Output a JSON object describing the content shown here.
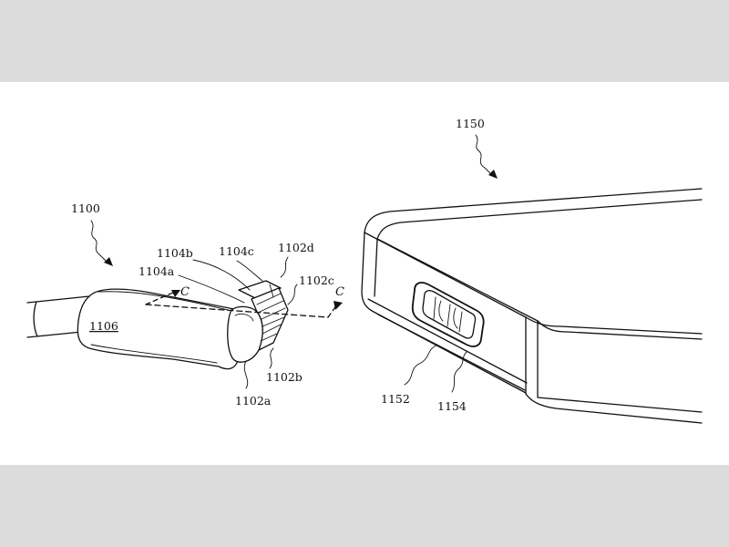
{
  "labels": {
    "connector_ref": "1100",
    "device_ref": "1150",
    "cable_ref": "1106",
    "lbl_1104b": "1104b",
    "lbl_1104c": "1104c",
    "lbl_1102d": "1102d",
    "lbl_1104a": "1104a",
    "lbl_1102c": "1102c",
    "lbl_1102b": "1102b",
    "lbl_1102a": "1102a",
    "section_left": "C",
    "section_right": "C",
    "lbl_1152": "1152",
    "lbl_1154": "1154"
  }
}
